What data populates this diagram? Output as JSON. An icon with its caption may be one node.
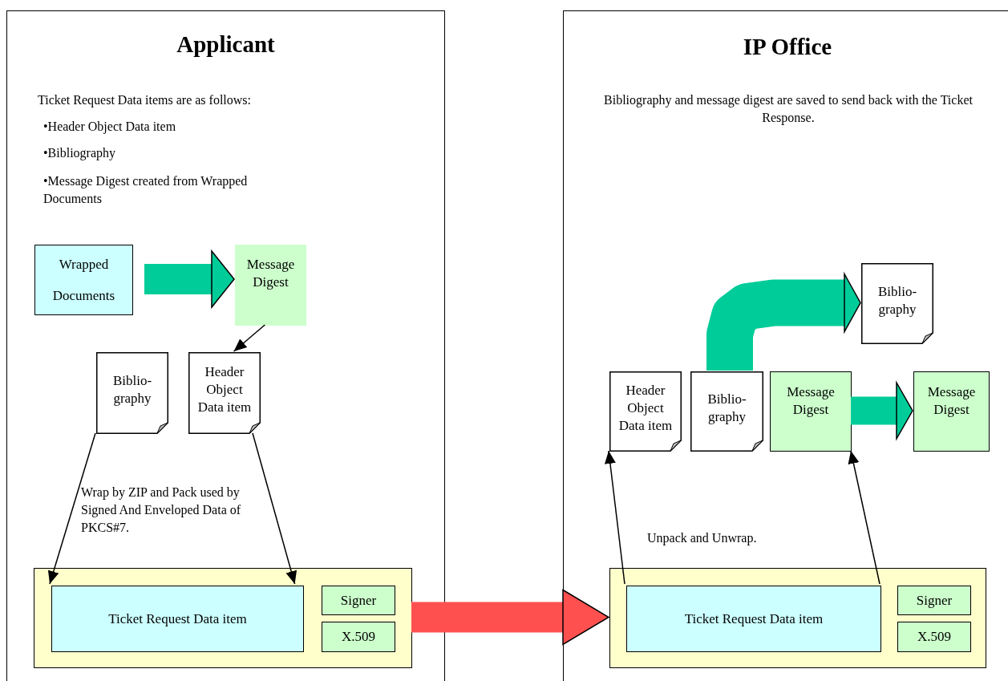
{
  "diagram": {
    "nodes": [
      {
        "text": [
          "Applicant",
          "Ticket Request Data items are as follows:",
          "•Header Object Data item",
          "•Bibliography",
          "•Message Digest created from Wrapped Documents"
        ]
      },
      {
        "text": [
          "Wrapped",
          "Documents"
        ],
        "in": 0
      },
      {
        "text": [
          "Message Digest"
        ],
        "in": 0
      },
      {
        "text": [
          "Biblio- graphy"
        ],
        "in": 0
      },
      {
        "text": [
          "Header Object Data item"
        ],
        "in": 0
      },
      {
        "text": [],
        "shape": "box",
        "in": 0
      },
      {
        "text": [
          "Ticket Request Data item"
        ],
        "in": 5
      },
      {
        "text": [
          "Signer"
        ],
        "in": 5
      },
      {
        "text": [
          "X.509"
        ],
        "in": 5
      },
      {
        "text": [
          "IP Office",
          "Bibliography and message digest are saved to send back with the Ticket Response."
        ]
      },
      {
        "text": [
          "Biblio- graphy"
        ],
        "in": 9
      },
      {
        "text": [
          "Header Object Data item"
        ],
        "in": 9
      },
      {
        "text": [
          "Biblio- graphy"
        ],
        "in": 9
      },
      {
        "text": [
          "Message Digest"
        ],
        "in": 9
      },
      {
        "text": [
          "Message Digest"
        ],
        "in": 9
      },
      {
        "text": [],
        "shape": "box",
        "in": 9
      },
      {
        "text": [
          "Ticket Request Data item"
        ],
        "in": 15
      },
      {
        "text": [
          "Signer"
        ],
        "in": 15
      },
      {
        "text": [
          "X.509"
        ],
        "in": 15
      }
    ],
    "edges": [
      {
        "from": 1,
        "to": 2,
        "arrow": "to",
        "style": "thick",
        "color": "#00cc99"
      },
      {
        "from": 2,
        "to": 4,
        "arrow": "to"
      },
      {
        "from": 3,
        "to": 6,
        "arrow": "to"
      },
      {
        "from": 4,
        "to": 6,
        "arrow": "to"
      },
      {
        "from": 5,
        "to": 15,
        "arrow": "to",
        "style": "thick",
        "color": "#ff5050"
      },
      {
        "from": 16,
        "to": 11,
        "arrow": "to"
      },
      {
        "from": 16,
        "to": 13,
        "arrow": "to"
      },
      {
        "from": 12,
        "to": 10,
        "arrow": "to",
        "style": "thick",
        "color": "#00cc99"
      },
      {
        "from": 13,
        "to": 14,
        "arrow": "to",
        "style": "thick",
        "color": "#00cc99"
      }
    ],
    "labels": [
      "Wrap by ZIP and Pack used by Signed And Enveloped Data of PKCS#7.",
      "Unpack and Unwrap."
    ]
  }
}
